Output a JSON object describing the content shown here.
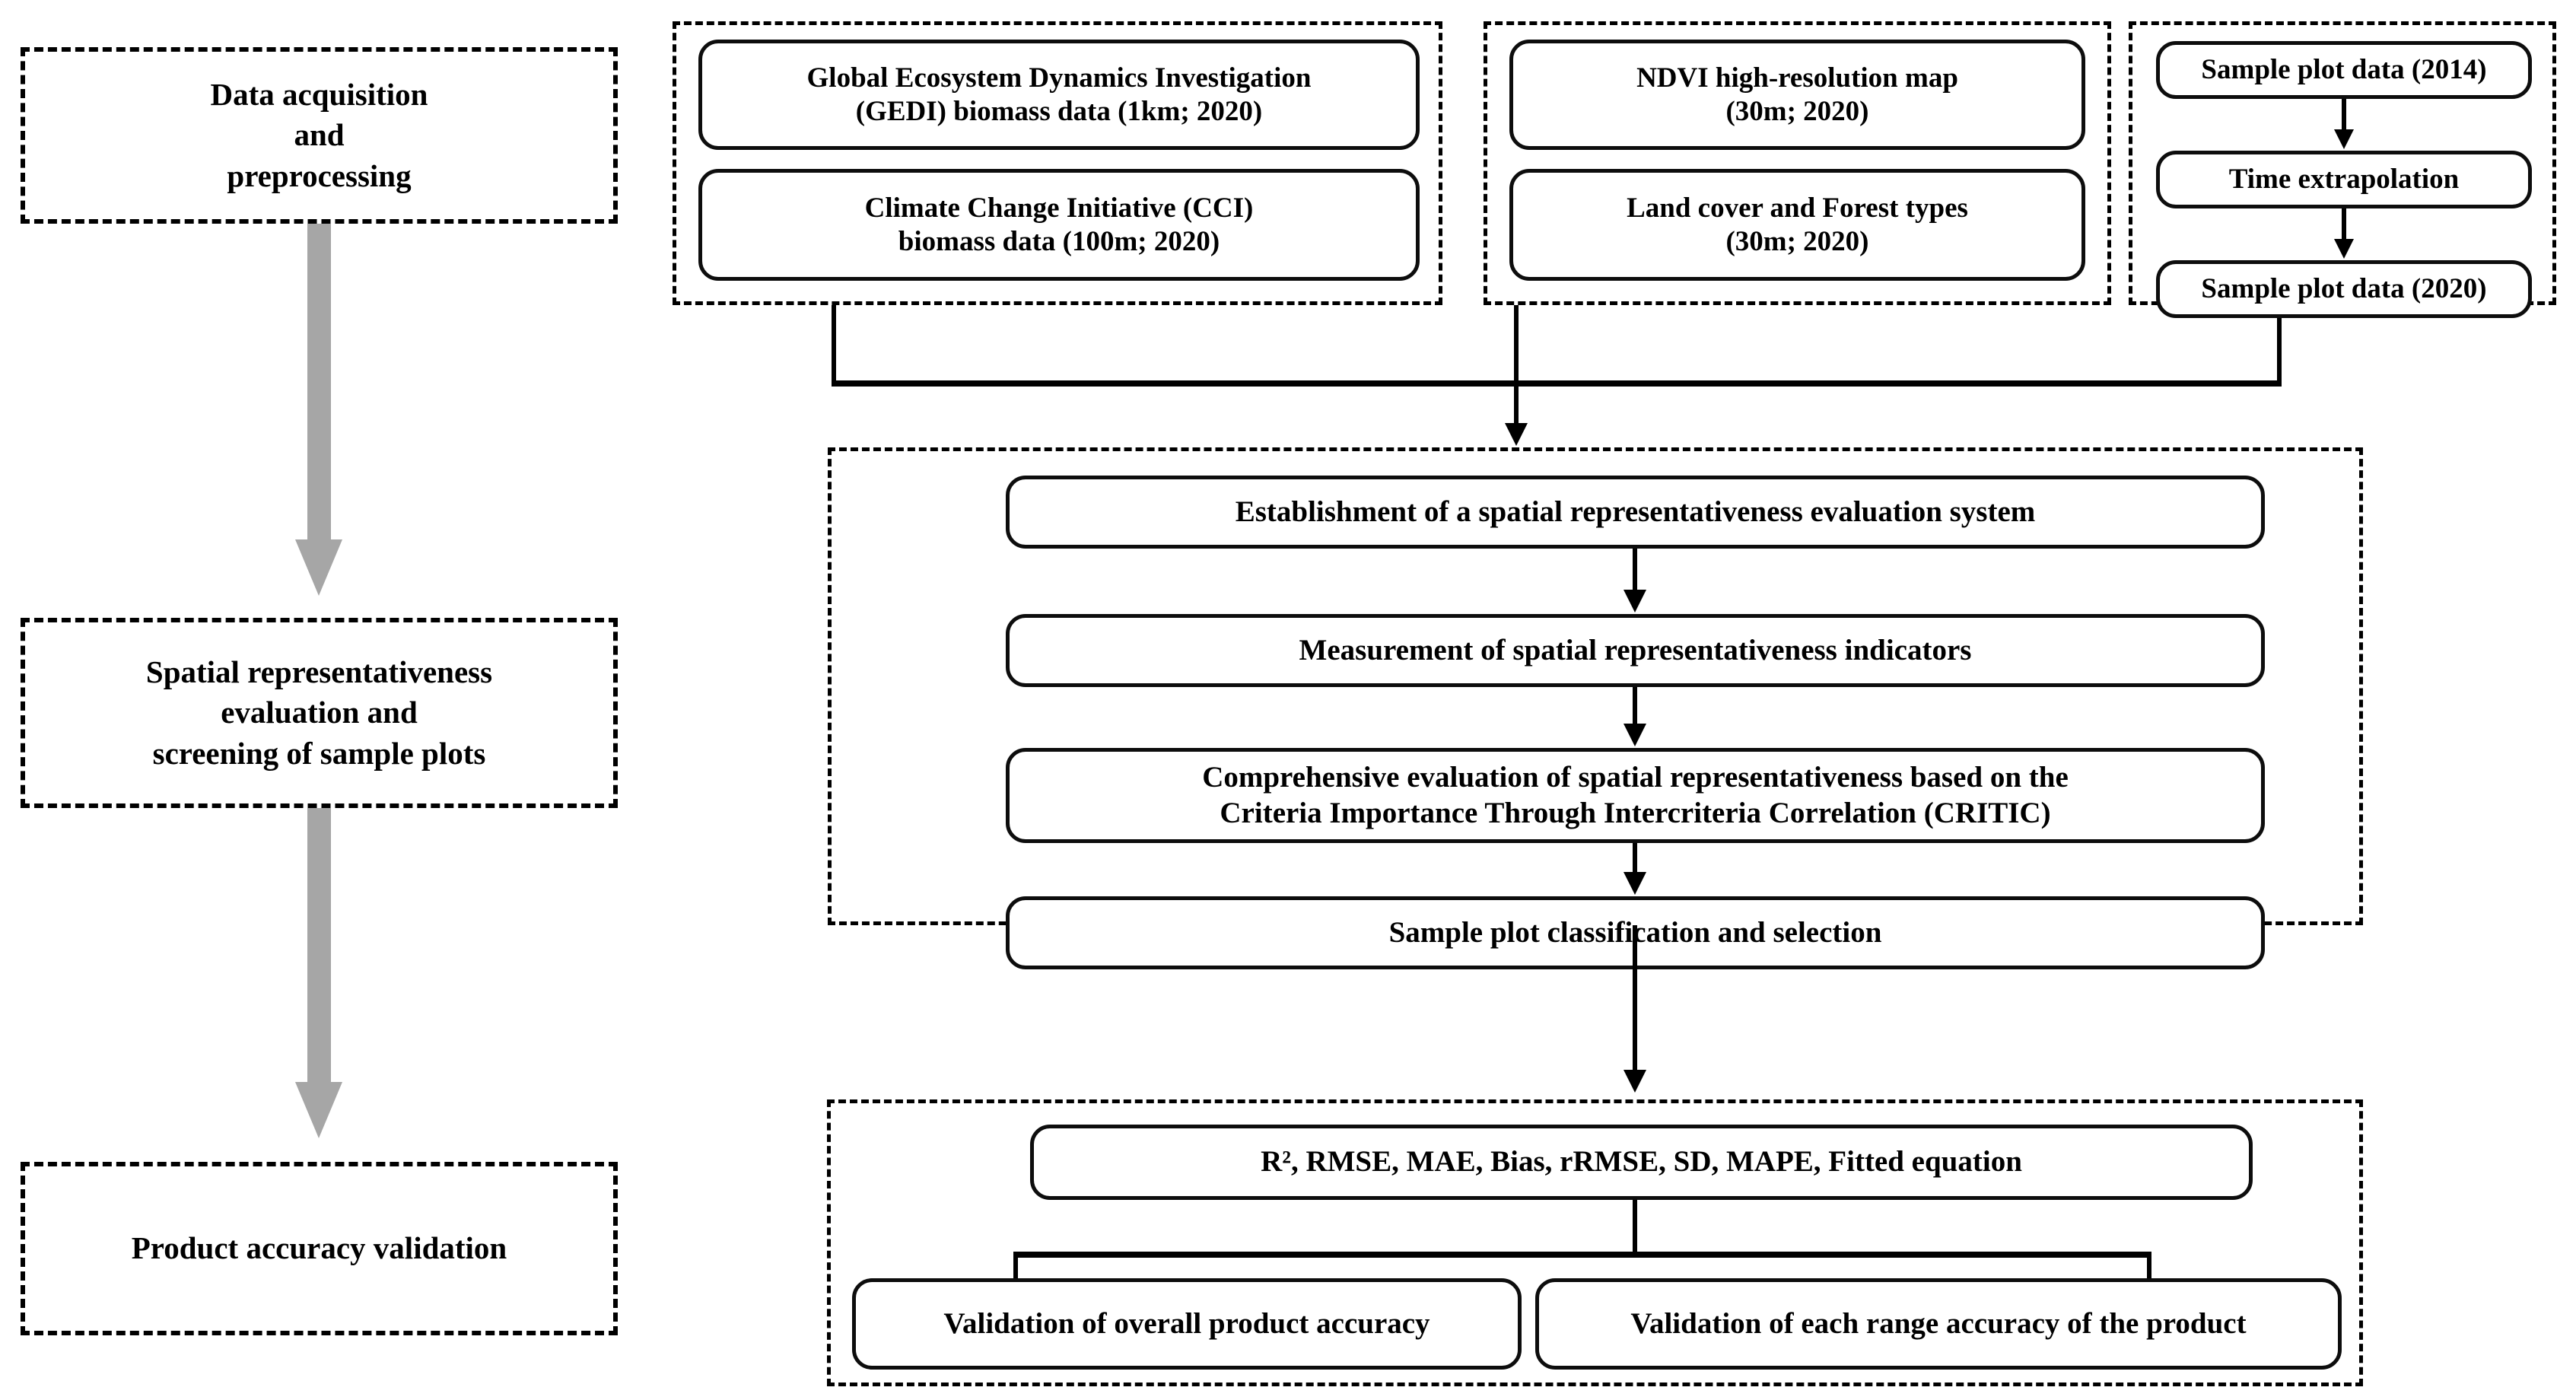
{
  "diagram": {
    "title": "Methodology flowchart for forest biomass product spatial representativeness evaluation and accuracy validation",
    "stages": [
      {
        "id": "stage-data-acquisition",
        "label": "Data acquisition\nand\npreprocessing"
      },
      {
        "id": "stage-spatial-representativeness",
        "label": "Spatial representativeness\nevaluation and\nscreening of sample plots"
      },
      {
        "id": "stage-product-validation",
        "label": "Product accuracy validation"
      }
    ],
    "data_groups": [
      {
        "id": "group-biomass-products",
        "boxes": [
          {
            "id": "gedi-biomass",
            "label": "Global Ecosystem Dynamics Investigation\n(GEDI) biomass data (1km; 2020)"
          },
          {
            "id": "cci-biomass",
            "label": "Climate Change Initiative (CCI)\nbiomass data (100m; 2020)"
          }
        ]
      },
      {
        "id": "group-auxiliary-maps",
        "boxes": [
          {
            "id": "ndvi-map",
            "label": "NDVI high-resolution map\n(30m; 2020)"
          },
          {
            "id": "landcover-forest-types",
            "label": "Land cover and  Forest types\n(30m; 2020)"
          }
        ]
      },
      {
        "id": "group-sample-plots",
        "boxes": [
          {
            "id": "sample-plot-2014",
            "label": "Sample plot data (2014)"
          },
          {
            "id": "time-extrapolation",
            "label": "Time extrapolation"
          },
          {
            "id": "sample-plot-2020",
            "label": "Sample plot data (2020)"
          }
        ]
      }
    ],
    "evaluation_steps": [
      {
        "id": "step-establishment",
        "label": "Establishment of a spatial representativeness evaluation system"
      },
      {
        "id": "step-measurement",
        "label": "Measurement of spatial representativeness indicators"
      },
      {
        "id": "step-critic",
        "label": "Comprehensive evaluation of spatial representativeness based on the\nCriteria Importance Through Intercriteria Correlation (CRITIC)"
      },
      {
        "id": "step-classification",
        "label": "Sample plot classification and selection"
      }
    ],
    "validation": {
      "metrics_box": {
        "id": "metrics",
        "label_html": "R², RMSE, MAE, Bias, rRMSE, SD, MAPE, Fitted equation",
        "label": "R2, RMSE, MAE, Bias, rRMSE, SD, MAPE, Fitted equation"
      },
      "outcomes": [
        {
          "id": "validation-overall",
          "label": "Validation of overall product accuracy"
        },
        {
          "id": "validation-each-range",
          "label": "Validation of each range accuracy of the product"
        }
      ]
    },
    "colors": {
      "stroke": "#000000",
      "box_stroke": "#0d0d0d",
      "grey_arrow": "#a6a6a6",
      "background": "#ffffff"
    }
  }
}
